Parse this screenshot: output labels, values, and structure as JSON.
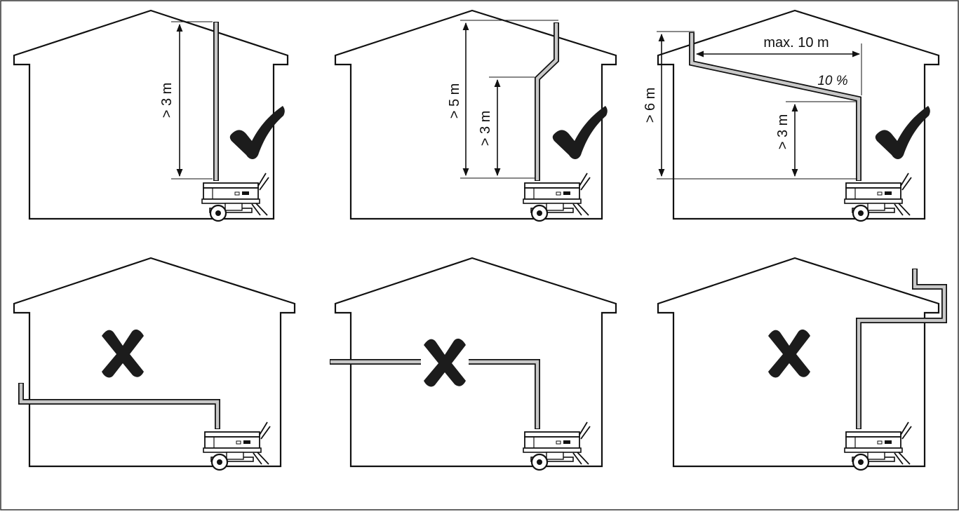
{
  "panels": [
    {
      "id": "p1",
      "verdict": "allowed",
      "labels": {
        "height": "> 3 m"
      }
    },
    {
      "id": "p2",
      "verdict": "allowed",
      "labels": {
        "total_height": "> 5 m",
        "vertical_height": "> 3 m"
      }
    },
    {
      "id": "p3",
      "verdict": "allowed",
      "labels": {
        "total_height": "> 6 m",
        "horizontal_run": "max. 10 m",
        "slope": "10 %",
        "vertical_height": "> 3 m"
      }
    },
    {
      "id": "p4",
      "verdict": "not-allowed",
      "labels": {}
    },
    {
      "id": "p5",
      "verdict": "not-allowed",
      "labels": {}
    },
    {
      "id": "p6",
      "verdict": "not-allowed",
      "labels": {}
    }
  ],
  "colors": {
    "line": "#1a1a1a",
    "pipe": "#c8c8c8",
    "mark": "#1c1c1c",
    "frame": "#333333"
  },
  "icons": {
    "allowed": "check-mark-icon",
    "not_allowed": "cross-mark-icon",
    "heater": "heater-icon"
  }
}
